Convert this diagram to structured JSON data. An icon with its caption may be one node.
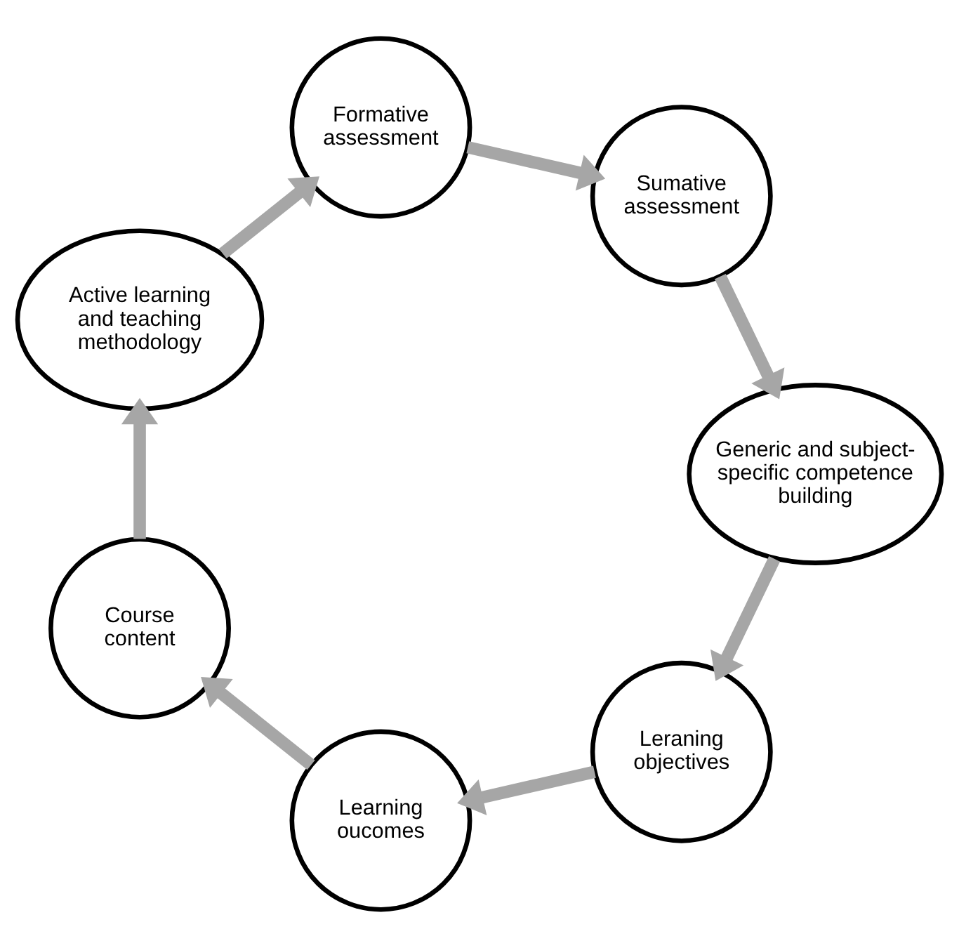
{
  "diagram": {
    "nodes": [
      {
        "text": [
          "Leraning objectives"
        ]
      },
      {
        "text": [
          "Learning oucomes"
        ]
      },
      {
        "text": [
          "Course content"
        ]
      },
      {
        "text": [
          "Active learning and teaching methodology"
        ]
      },
      {
        "text": [
          "Formative assessment"
        ]
      },
      {
        "text": [
          "Sumative assessment"
        ]
      },
      {
        "text": [
          "Generic and subject-specific competence building"
        ]
      }
    ],
    "edges": [
      {
        "from": 0,
        "to": 1,
        "arrow": "to"
      },
      {
        "from": 1,
        "to": 2,
        "arrow": "to"
      },
      {
        "from": 2,
        "to": 3,
        "arrow": "to"
      },
      {
        "from": 3,
        "to": 4,
        "arrow": "to"
      },
      {
        "from": 4,
        "to": 5,
        "arrow": "to"
      },
      {
        "from": 5,
        "to": 6,
        "arrow": "to"
      },
      {
        "from": 6,
        "to": 0,
        "arrow": "to"
      }
    ]
  }
}
